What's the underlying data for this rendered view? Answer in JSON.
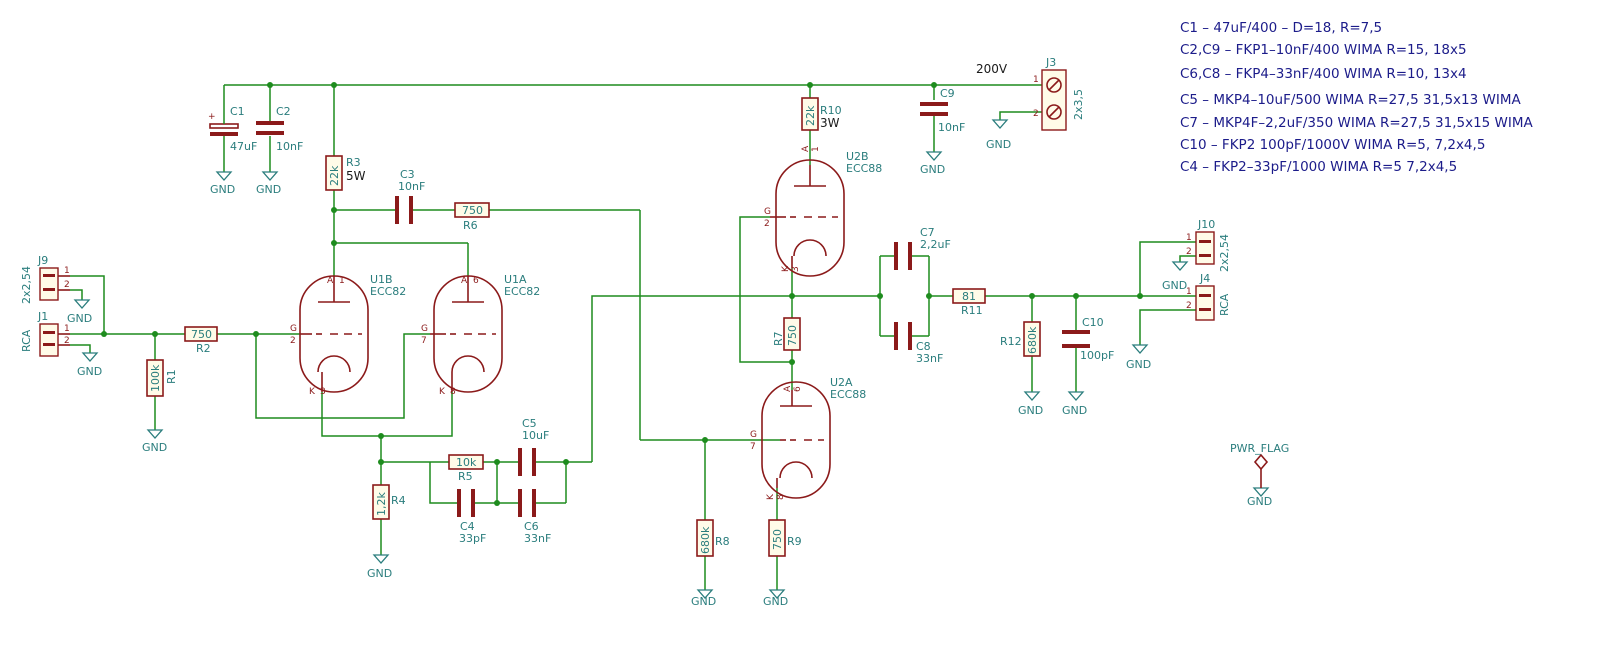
{
  "notes": [
    "C1 – 47uF/400 – D=18, R=7,5",
    "C2,C9 – FKP1–10nF/400 WIMA R=15, 18x5",
    "C6,C8 – FKP4–33nF/400 WIMA R=10, 13x4",
    "C5 – MKP4–10uF/500 WIMA R=27,5 31,5x13 WIMA",
    "C7 – MKP4F–2,2uF/350 WIMA R=27,5 31,5x15 WIMA",
    "C10 – FKP2 100pF/1000V WIMA R=5, 7,2x4,5",
    "C4 – FKP2–33pF/1000 WIMA R=5 7,2x4,5"
  ],
  "supply_label": "200V",
  "gnd": "GND",
  "pwr_flag": "PWR_FLAG",
  "tubes": {
    "u1b": {
      "ref": "U1B",
      "type": "ECC82",
      "pin_a": "1",
      "pin_g": "2",
      "pin_k": "3",
      "a": "A",
      "g": "G",
      "k": "K"
    },
    "u1a": {
      "ref": "U1A",
      "type": "ECC82",
      "pin_a": "6",
      "pin_g": "7",
      "pin_k": "8",
      "a": "A",
      "g": "G",
      "k": "K"
    },
    "u2b": {
      "ref": "U2B",
      "type": "ECC88",
      "pin_a": "1",
      "pin_g": "2",
      "pin_k": "3",
      "a": "A",
      "g": "G",
      "k": "K"
    },
    "u2a": {
      "ref": "U2A",
      "type": "ECC88",
      "pin_a": "6",
      "pin_g": "7",
      "pin_k": "8",
      "a": "A",
      "g": "G",
      "k": "K"
    }
  },
  "resistors": {
    "r1": {
      "ref": "R1",
      "value": "100k"
    },
    "r2": {
      "ref": "R2",
      "value": "750"
    },
    "r3": {
      "ref": "R3",
      "value": "22k",
      "power": "5W"
    },
    "r4": {
      "ref": "R4",
      "value": "1,2k"
    },
    "r5": {
      "ref": "R5",
      "value": "10k"
    },
    "r6": {
      "ref": "R6",
      "value": "750"
    },
    "r7": {
      "ref": "R7",
      "value": "750"
    },
    "r8": {
      "ref": "R8",
      "value": "680k"
    },
    "r9": {
      "ref": "R9",
      "value": "750"
    },
    "r10": {
      "ref": "R10",
      "value": "22k",
      "power": "3W"
    },
    "r11": {
      "ref": "R11",
      "value": "81"
    },
    "r12": {
      "ref": "R12",
      "value": "680k"
    }
  },
  "capacitors": {
    "c1": {
      "ref": "C1",
      "value": "47uF",
      "plus": "+"
    },
    "c2": {
      "ref": "C2",
      "value": "10nF"
    },
    "c3": {
      "ref": "C3",
      "value": "10nF"
    },
    "c4": {
      "ref": "C4",
      "value": "33pF"
    },
    "c5": {
      "ref": "C5",
      "value": "10uF"
    },
    "c6": {
      "ref": "C6",
      "value": "33nF"
    },
    "c7": {
      "ref": "C7",
      "value": "2,2uF"
    },
    "c8": {
      "ref": "C8",
      "value": "33nF"
    },
    "c9": {
      "ref": "C9",
      "value": "10nF"
    },
    "c10": {
      "ref": "C10",
      "value": "100pF"
    }
  },
  "connectors": {
    "j1": {
      "ref": "J1",
      "type": "RCA",
      "p1": "1",
      "p2": "2"
    },
    "j9": {
      "ref": "J9",
      "type": "2x2,54",
      "p1": "1",
      "p2": "2"
    },
    "j3": {
      "ref": "J3",
      "type": "2x3,5",
      "p1": "1",
      "p2": "2"
    },
    "j4": {
      "ref": "J4",
      "type": "RCA",
      "p1": "1",
      "p2": "2"
    },
    "j10": {
      "ref": "J10",
      "type": "2x2,54",
      "p1": "1",
      "p2": "2"
    }
  }
}
